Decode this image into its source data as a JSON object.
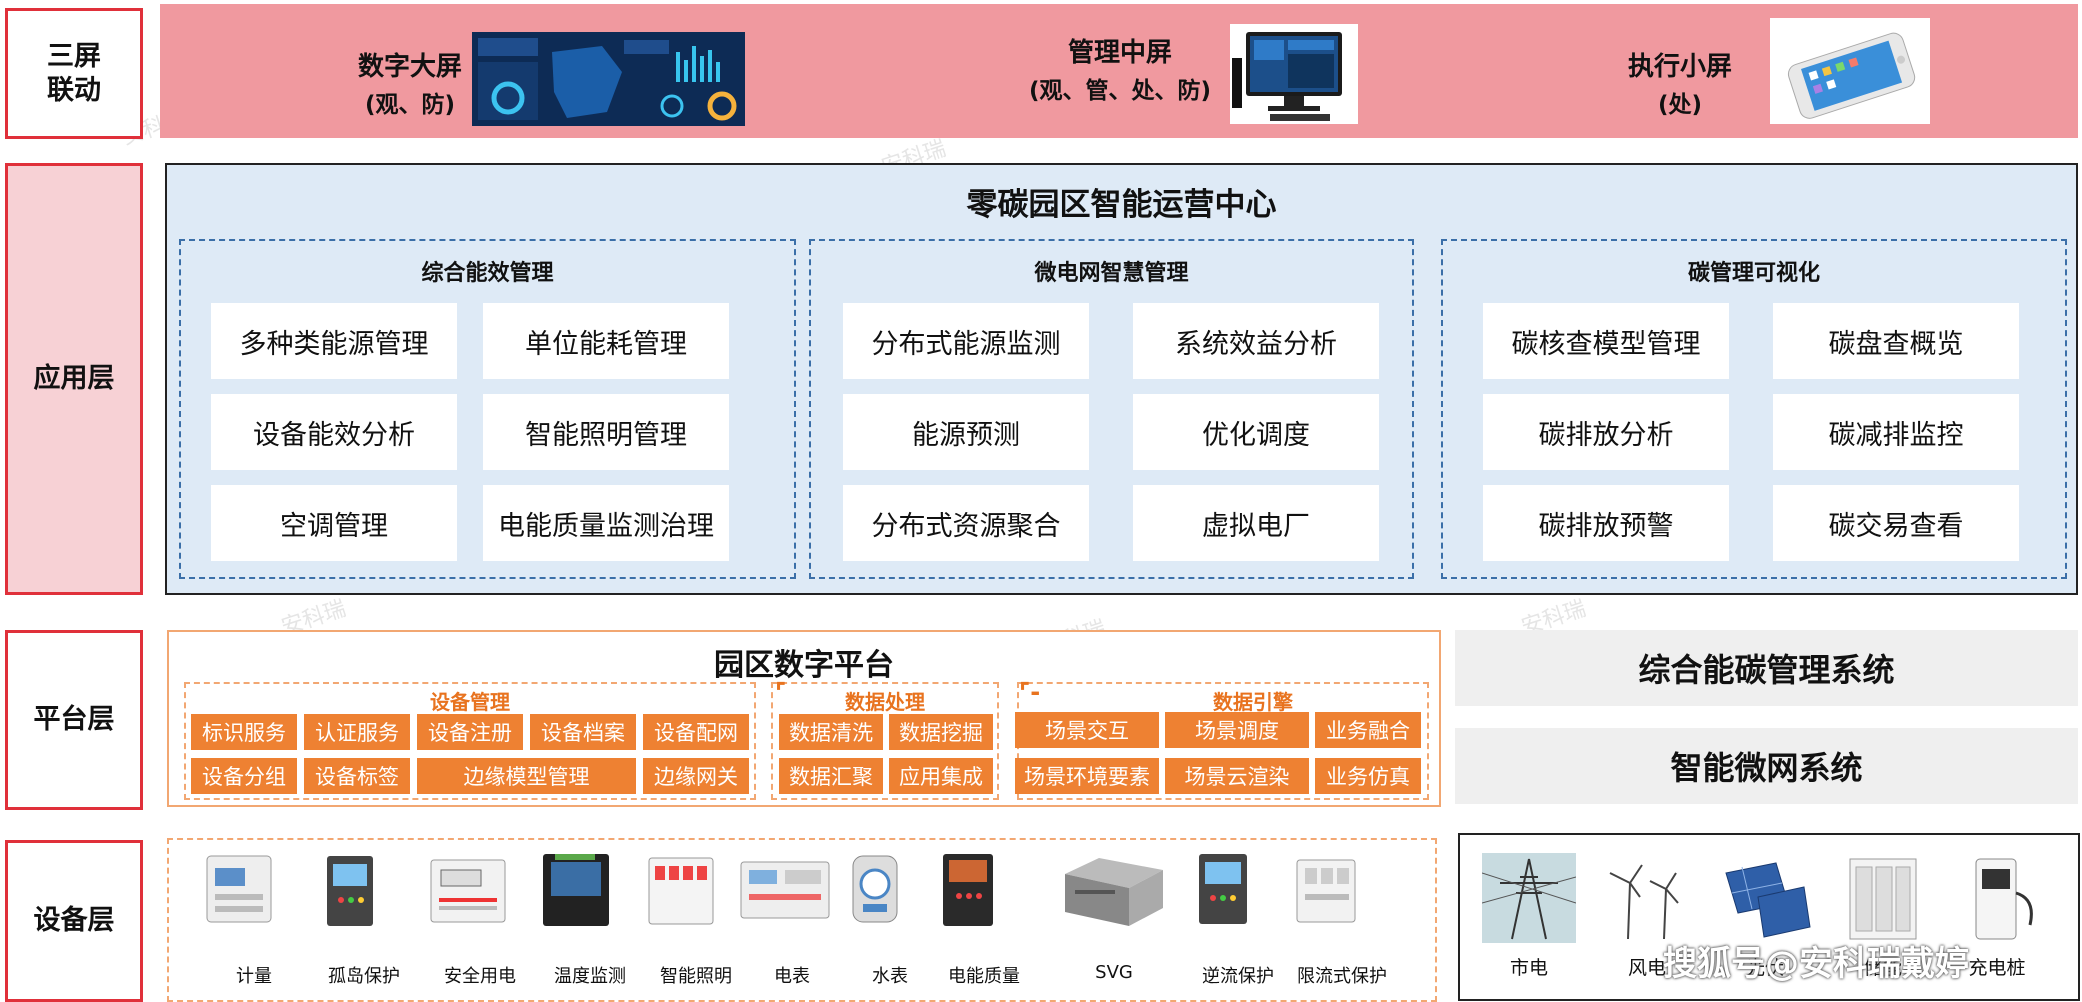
{
  "layers": {
    "screens": "三屏\n联动",
    "application": "应用层",
    "platform": "平台层",
    "device": "设备层"
  },
  "screens": {
    "big": {
      "title": "数字大屏",
      "sub": "(观、防)"
    },
    "mid": {
      "title": "管理中屏",
      "sub": "(观、管、处、防)"
    },
    "small": {
      "title": "执行小屏",
      "sub": "(处)"
    }
  },
  "application": {
    "title": "零碳园区智能运营中心",
    "modules": [
      {
        "title": "综合能效管理",
        "items": [
          "多种类能源管理",
          "单位能耗管理",
          "设备能效分析",
          "智能照明管理",
          "空调管理",
          "电能质量监测治理"
        ]
      },
      {
        "title": "微电网智慧管理",
        "items": [
          "分布式能源监测",
          "系统效益分析",
          "能源预测",
          "优化调度",
          "分布式资源聚合",
          "虚拟电厂"
        ]
      },
      {
        "title": "碳管理可视化",
        "items": [
          "碳核查模型管理",
          "碳盘查概览",
          "碳排放分析",
          "碳减排监控",
          "碳排放预警",
          "碳交易查看"
        ]
      }
    ]
  },
  "platform": {
    "title": "园区数字平台",
    "device_mgmt": {
      "title": "设备管理",
      "items": [
        "标识服务",
        "认证服务",
        "设备注册",
        "设备档案",
        "设备配网",
        "设备分组",
        "设备标签",
        "边缘模型管理",
        "边缘网关"
      ]
    },
    "data_proc": {
      "title": "数据处理",
      "items": [
        "数据清洗",
        "数据挖掘",
        "数据汇聚",
        "应用集成"
      ]
    },
    "data_engine": {
      "title": "数据引擎",
      "items": [
        "场景交互",
        "场景调度",
        "业务融合",
        "场景环境要素",
        "场景云渲染",
        "业务仿真"
      ]
    },
    "systems": [
      "综合能碳管理系统",
      "智能微网系统"
    ]
  },
  "devices": [
    "计量",
    "孤岛保护",
    "安全用电",
    "温度监测",
    "智能照明",
    "电表",
    "水表",
    "电能质量",
    "SVG",
    "逆流保护",
    "限流式保护"
  ],
  "power_sources": [
    "市电",
    "风电",
    "光伏",
    "储能",
    "充电桩"
  ],
  "watermark": "安科瑞",
  "footer_watermark": "搜狐号@安科瑞戴婷",
  "colors": {
    "accent_red": "#e0303a",
    "band_pink": "#f0999f",
    "app_blue": "#deeaf6",
    "orange": "#ee8132"
  }
}
